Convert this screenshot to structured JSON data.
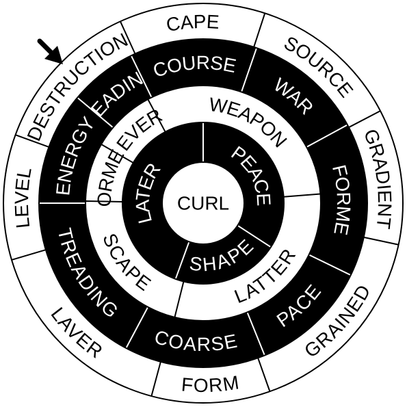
{
  "colors": {
    "dark": "#000000",
    "light": "#ffffff",
    "stroke": "#000000"
  },
  "center": {
    "label": "CURL"
  },
  "pointer": {
    "icon": "arrow-icon"
  },
  "rings": [
    {
      "id": "outer",
      "fill": "light",
      "segments": [
        {
          "label": "CAPE"
        },
        {
          "label": "SOURCE"
        },
        {
          "label": "GRADIENT"
        },
        {
          "label": "GRAINED"
        },
        {
          "label": "FORM"
        },
        {
          "label": "LAVER"
        },
        {
          "label": "LEVEL"
        },
        {
          "label": "DESTRUCTION"
        }
      ]
    },
    {
      "id": "second",
      "fill": "dark",
      "segments": [
        {
          "label": "COURSE"
        },
        {
          "label": "WAR"
        },
        {
          "label": "FORME"
        },
        {
          "label": "PACE"
        },
        {
          "label": "COARSE"
        },
        {
          "label": "TREADING"
        },
        {
          "label": "ENERGY"
        },
        {
          "label": "READING"
        }
      ]
    },
    {
      "id": "third",
      "fill": "light",
      "segments": [
        {
          "label": "WEAPON"
        },
        {
          "label": "LATTER"
        },
        {
          "label": "SCAPE"
        },
        {
          "label": "FORMER"
        },
        {
          "label": "LEVER"
        }
      ]
    },
    {
      "id": "inner",
      "fill": "dark",
      "segments": [
        {
          "label": "PEACE"
        },
        {
          "label": "SHAPE"
        },
        {
          "label": "LATER"
        }
      ]
    }
  ]
}
